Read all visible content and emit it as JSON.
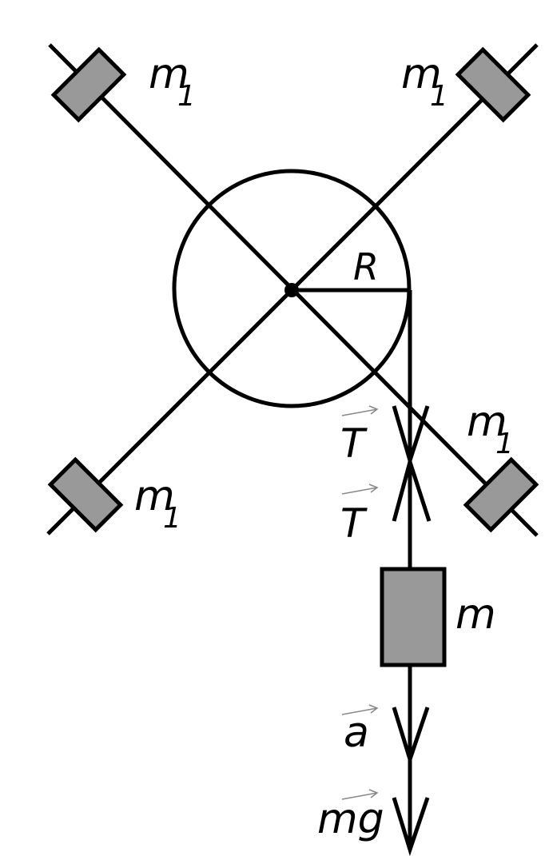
{
  "labels": {
    "mass_small": "m",
    "mass_small_sub": "1",
    "radius": "R",
    "tension": "T",
    "hanging_mass": "m",
    "acceleration": "a",
    "weight": "mg"
  },
  "colors": {
    "stroke": "#000000",
    "mass_fill": "#999999",
    "background": "#ffffff"
  }
}
